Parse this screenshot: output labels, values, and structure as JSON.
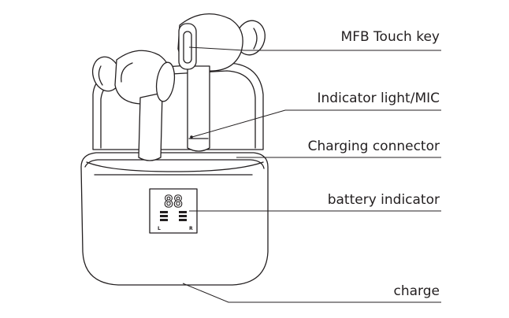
{
  "callouts": [
    {
      "id": "mfb",
      "label": "MFB Touch key"
    },
    {
      "id": "indicator",
      "label": "Indicator light/MIC"
    },
    {
      "id": "charging-connector",
      "label": "Charging connector"
    },
    {
      "id": "battery",
      "label": "battery indicator"
    },
    {
      "id": "charge",
      "label": "charge"
    }
  ],
  "display": {
    "digits": "88",
    "left_label": "L",
    "right_label": "R"
  }
}
